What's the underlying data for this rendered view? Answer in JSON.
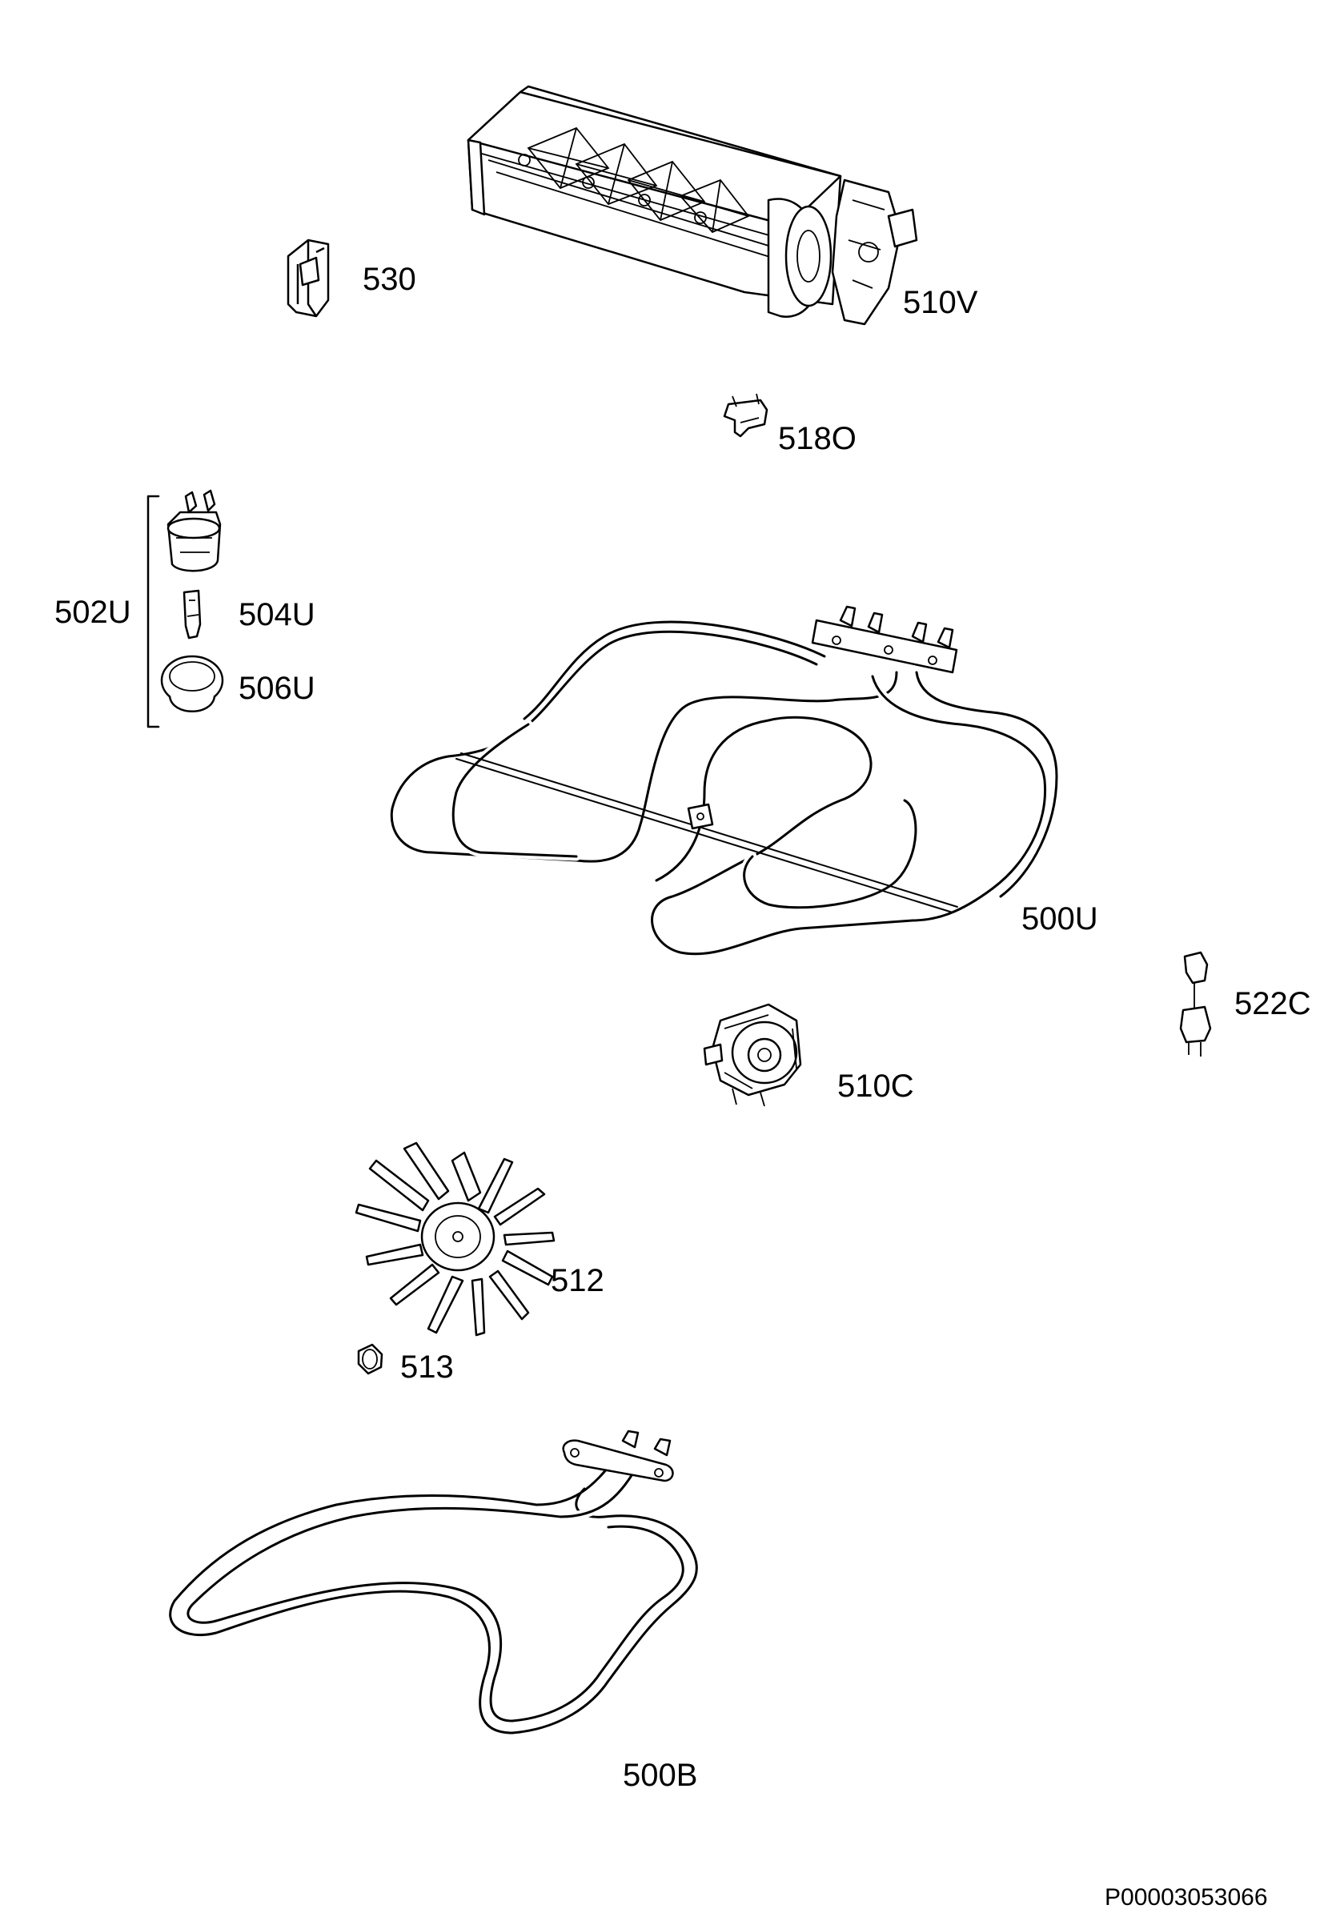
{
  "diagram": {
    "parts": [
      {
        "id": "fan-motor",
        "label": "510V"
      },
      {
        "id": "clip",
        "label": "530"
      },
      {
        "id": "bracket",
        "label": "518O"
      },
      {
        "id": "lamp-assembly",
        "label": "502U"
      },
      {
        "id": "lamp-bulb",
        "label": "504U"
      },
      {
        "id": "lamp-cover",
        "label": "506U"
      },
      {
        "id": "upper-heating-element",
        "label": "500U"
      },
      {
        "id": "switch",
        "label": "522C"
      },
      {
        "id": "convection-motor",
        "label": "510C"
      },
      {
        "id": "fan-impeller",
        "label": "512"
      },
      {
        "id": "nut",
        "label": "513"
      },
      {
        "id": "lower-heating-element",
        "label": "500B"
      }
    ],
    "drawing_number": "P00003053066"
  }
}
